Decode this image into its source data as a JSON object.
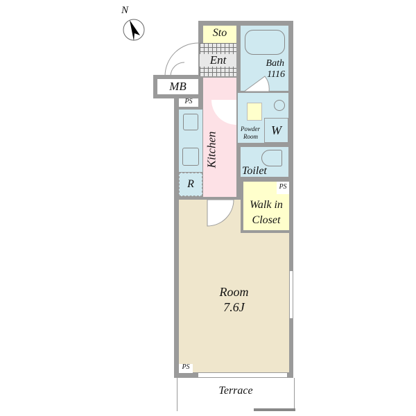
{
  "compass": {
    "label": "N"
  },
  "rooms": {
    "storage": "Sto",
    "entrance": "Ent",
    "bath": "Bath",
    "bath_size": "1116",
    "meter_box": "MB",
    "ps_top": "PS",
    "kitchen": "Kitchen",
    "refrigerator": "R",
    "powder_room_line1": "Powder",
    "powder_room_line2": "Room",
    "washer": "W",
    "toilet": "Toilet",
    "ps_closet": "PS",
    "walk_in_line1": "Walk in",
    "walk_in_line2": "Closet",
    "room": "Room",
    "room_size": "7.6J",
    "ps_bottom": "PS",
    "terrace": "Terrace"
  },
  "colors": {
    "wall": "#9a9a9a",
    "wet_area": "#cfe9f0",
    "storage": "#ffffcc",
    "kitchen": "#fde1e6",
    "room": "#efe6cc"
  }
}
